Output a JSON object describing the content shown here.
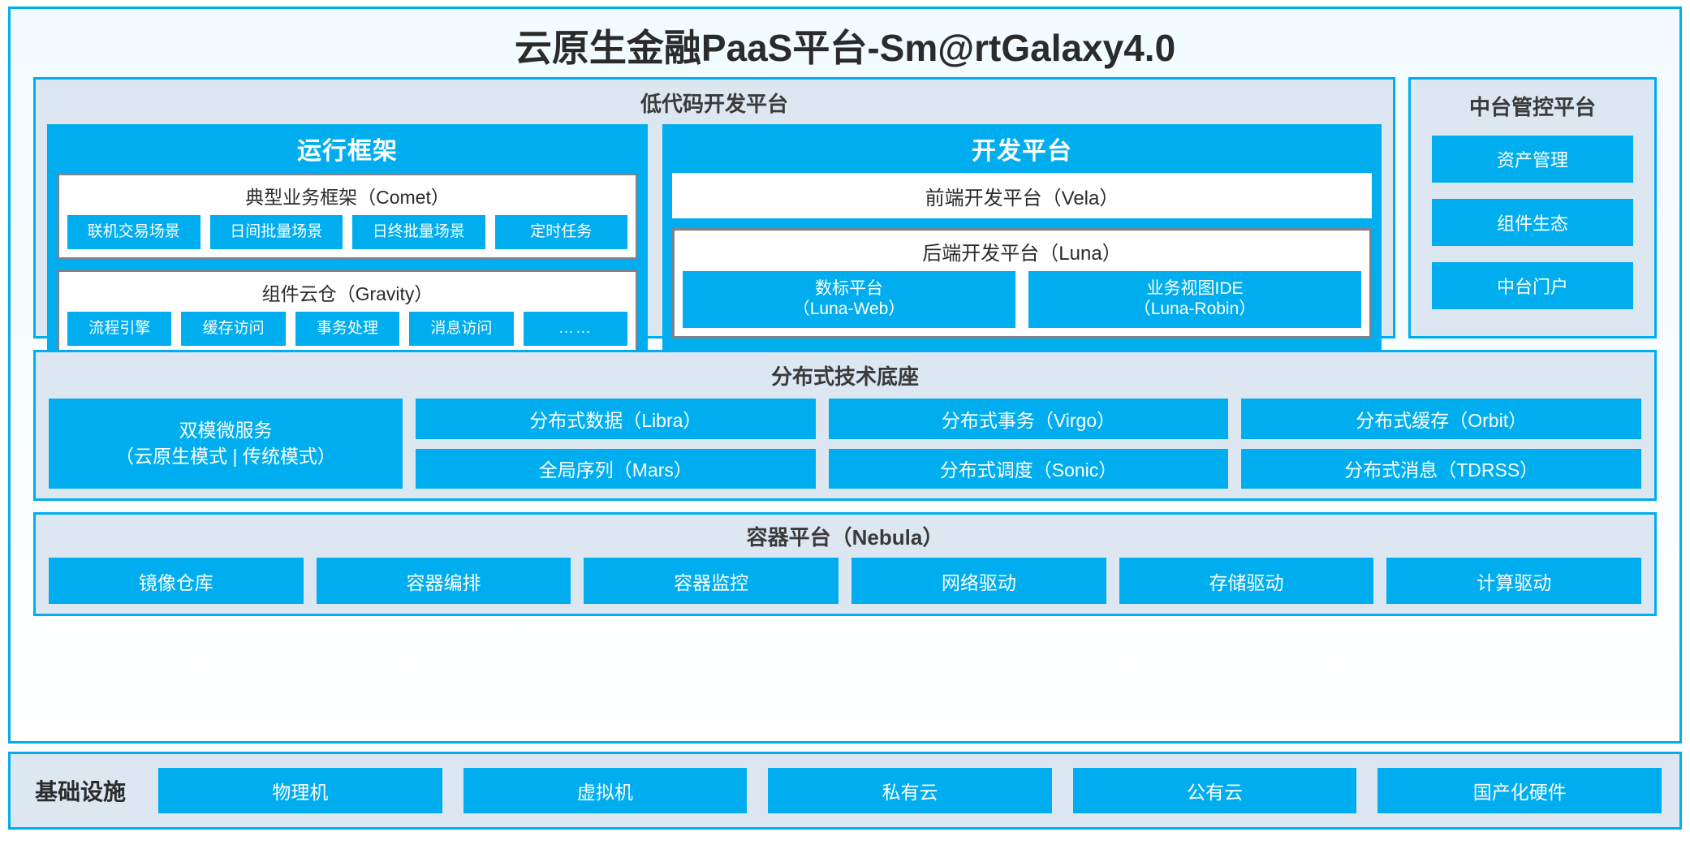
{
  "title": "云原生金融PaaS平台-Sm@rtGalaxy4.0",
  "colors": {
    "accent": "#00AEEF",
    "panel_bg": "#dde7f2",
    "panel_border": "#00AEEF",
    "inner_border": "#7a828c",
    "text": "#2b2b2b"
  },
  "lowcode": {
    "title": "低代码开发平台",
    "runtime": {
      "title": "运行框架",
      "comet": {
        "title": "典型业务框架（Comet）",
        "items": [
          "联机交易场景",
          "日间批量场景",
          "日终批量场景",
          "定时任务"
        ]
      },
      "gravity": {
        "title": "组件云仓（Gravity）",
        "items": [
          "流程引擎",
          "缓存访问",
          "事务处理",
          "消息访问",
          "……"
        ]
      }
    },
    "devplatform": {
      "title": "开发平台",
      "frontend": "前端开发平台（Vela）",
      "backend": {
        "title": "后端开发平台（Luna）",
        "items": [
          {
            "name": "数标平台",
            "code": "（Luna-Web）"
          },
          {
            "name": "业务视图IDE",
            "code": "（Luna-Robin）"
          }
        ]
      }
    }
  },
  "control": {
    "title": "中台管控平台",
    "items": [
      "资产管理",
      "组件生态",
      "中台门户"
    ]
  },
  "distributed": {
    "title": "分布式技术底座",
    "wide": {
      "line1": "双模微服务",
      "line2": "（云原生模式 | 传统模式）"
    },
    "columns": [
      [
        "分布式数据（Libra）",
        "全局序列（Mars）"
      ],
      [
        "分布式事务（Virgo）",
        "分布式调度（Sonic）"
      ],
      [
        "分布式缓存（Orbit）",
        "分布式消息（TDRSS）"
      ]
    ]
  },
  "container": {
    "title": "容器平台（Nebula）",
    "items": [
      "镜像仓库",
      "容器编排",
      "容器监控",
      "网络驱动",
      "存储驱动",
      "计算驱动"
    ]
  },
  "infrastructure": {
    "label": "基础设施",
    "items": [
      "物理机",
      "虚拟机",
      "私有云",
      "公有云",
      "国产化硬件"
    ]
  }
}
